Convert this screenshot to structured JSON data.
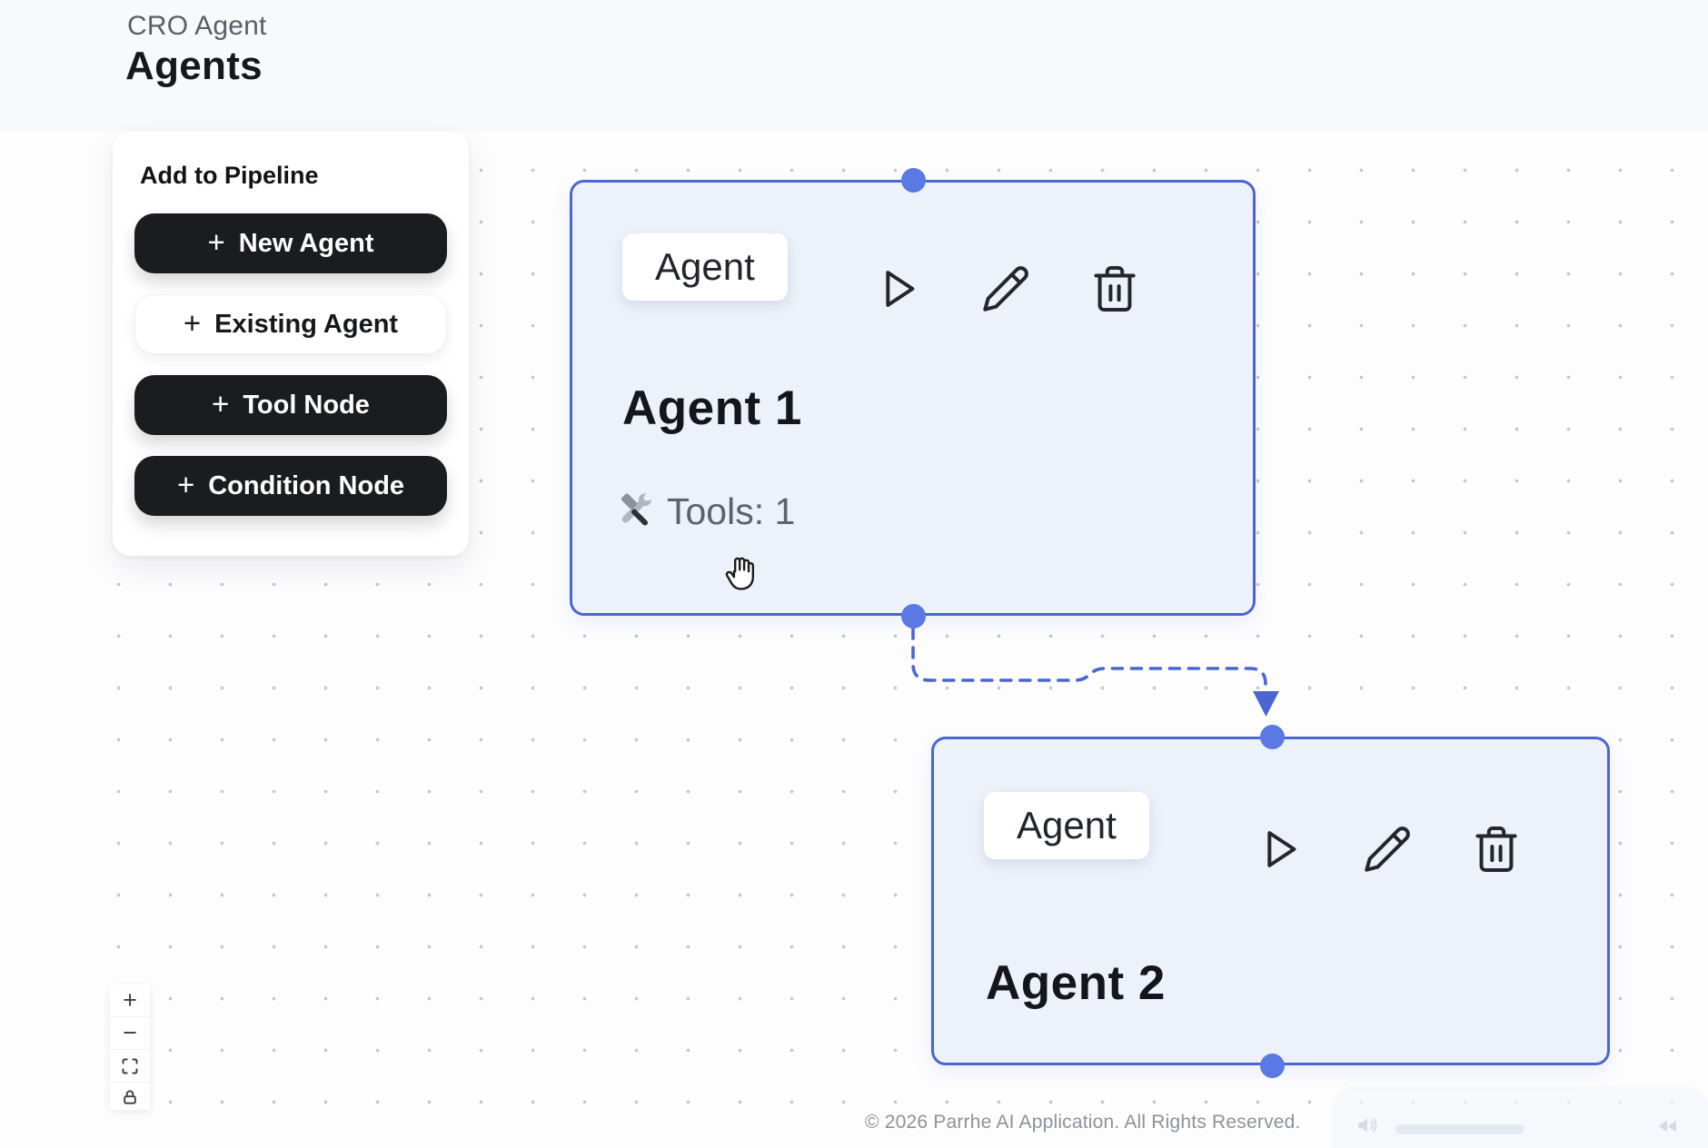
{
  "header": {
    "app_label": "CRO Agent",
    "page_title": "Agents"
  },
  "sidebar": {
    "title": "Add to Pipeline",
    "buttons": [
      {
        "label": "New Agent",
        "variant": "dark"
      },
      {
        "label": "Existing Agent",
        "variant": "light"
      },
      {
        "label": "Tool Node",
        "variant": "dark"
      },
      {
        "label": "Condition Node",
        "variant": "dark"
      }
    ]
  },
  "glyphs": {
    "plus": "+",
    "minus": "−"
  },
  "nodes": [
    {
      "badge": "Agent",
      "title": "Agent 1",
      "tools": "Tools: 1"
    },
    {
      "badge": "Agent",
      "title": "Agent 2"
    }
  ],
  "controls": [
    "zoom-in",
    "zoom-out",
    "fit-view",
    "lock"
  ],
  "footer": {
    "copyright": "© 2026 Parrhe AI Application. All Rights Reserved."
  },
  "colors": {
    "node_border": "#4b66d2",
    "node_fill": "#edf1fa",
    "handle": "#5b79e2",
    "connector": "#4b66d2",
    "dark_button": "#1b1c1f",
    "canvas_dot": "#c6c9d0"
  }
}
